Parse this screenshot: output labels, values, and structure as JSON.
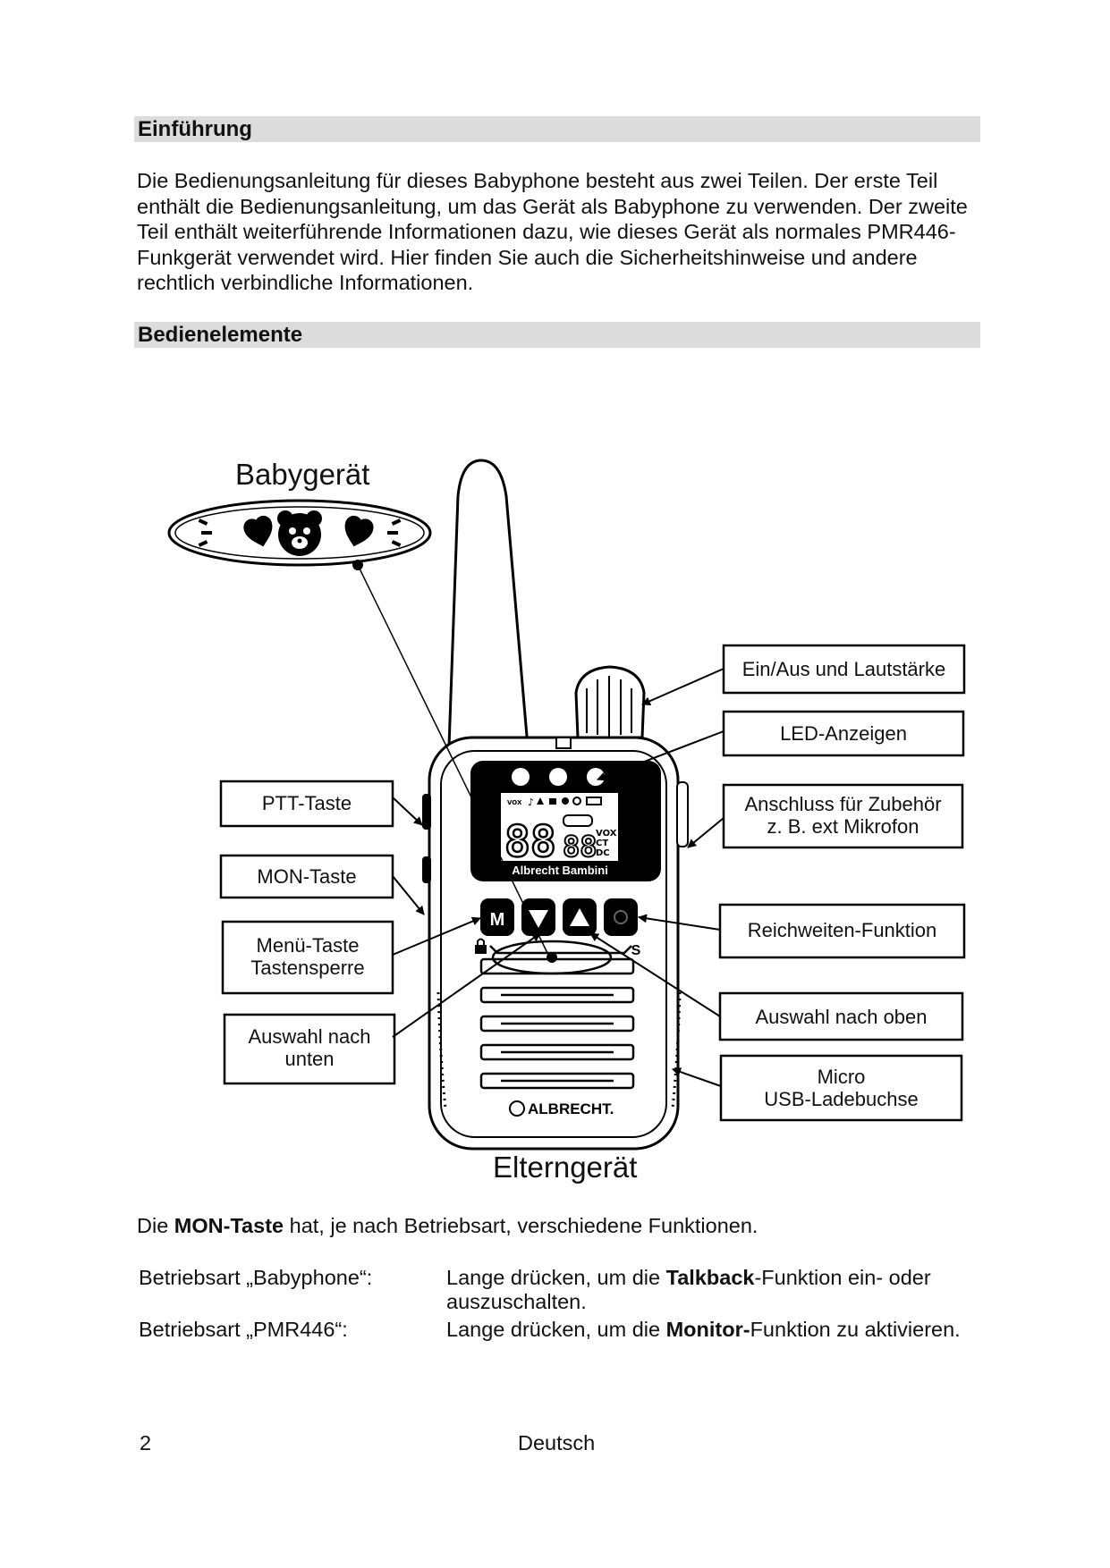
{
  "sections": {
    "intro_heading": "Einführung",
    "intro_text": "Die Bedienungsanleitung für dieses Babyphone besteht aus zwei Teilen. Der erste Teil enthält die Bedienungsanleitung, um das Gerät als Babyphone zu verwenden. Der zweite Teil enthält weiterführende Informationen dazu, wie dieses Gerät als normales PMR446-Funkgerät verwendet wird. Hier finden Sie auch die Sicherheitshinweise und andere rechtlich verbindliche Informationen.",
    "controls_heading": "Bedienelemente"
  },
  "diagram": {
    "baby_device_label": "Babygerät",
    "parent_device_label": "Elterngerät",
    "device_brand": "ALBRECHT.",
    "display_brand": "Albrecht Bambini",
    "display_digits": "88",
    "display_small_digits": "88",
    "display_flags": [
      "VOX",
      "CT",
      "DC"
    ],
    "button_m": "M",
    "mark_s": "S",
    "callouts": {
      "ptt": "PTT-Taste",
      "mon": "MON-Taste",
      "menu_line1": "Menü-Taste",
      "menu_line2": "Tastensperre",
      "down_line1": "Auswahl nach",
      "down_line2": "unten",
      "power": "Ein/Aus und Lautstärke",
      "led": "LED-Anzeigen",
      "accessory_line1": "Anschluss für Zubehör",
      "accessory_line2": "z. B. ext Mikrofon",
      "range": "Reichweiten-Funktion",
      "up": "Auswahl nach oben",
      "usb_line1": "Micro",
      "usb_line2": "USB-Ladebuchse"
    }
  },
  "mon_info": {
    "intro_prefix": "Die",
    "intro_bold": "MON-Taste",
    "intro_suffix": "hat, je nach Betriebsart, verschiedene Funktionen.",
    "rows": [
      {
        "label": "Betriebsart „Babyphone“:",
        "prefix": "Lange drücken, um die",
        "bold": "Talkback",
        "suffix": "-Funktion ein- oder auszuschalten."
      },
      {
        "label": "Betriebsart „PMR446“:",
        "prefix": "Lange drücken, um die",
        "bold": "Monitor-",
        "suffix": "Funktion zu aktivieren."
      }
    ]
  },
  "footer": {
    "page_number": "2",
    "language": "Deutsch"
  }
}
